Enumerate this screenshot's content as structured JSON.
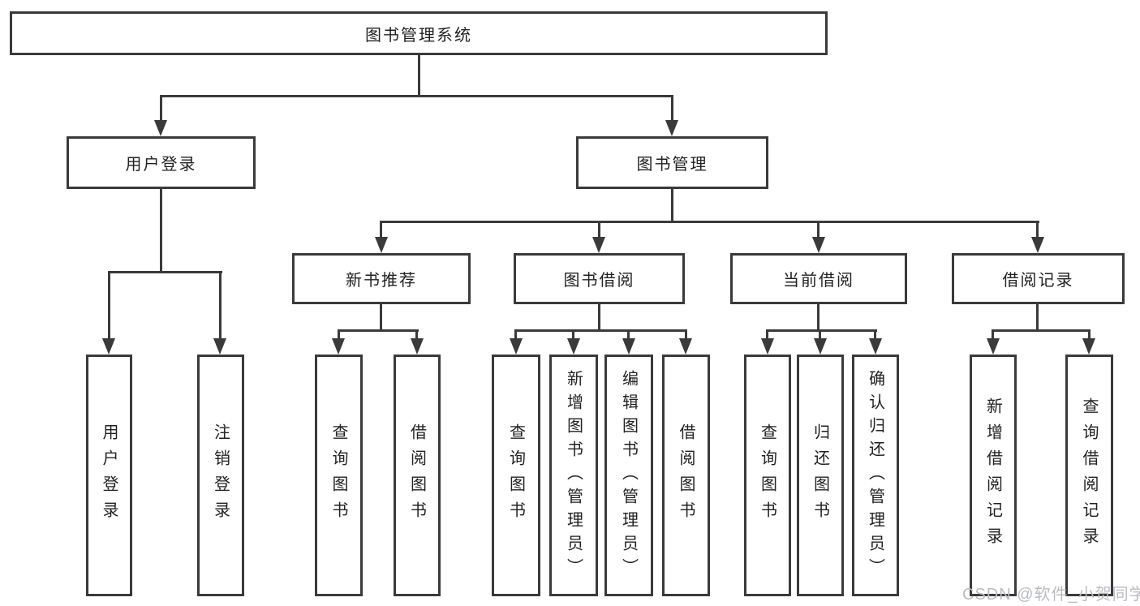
{
  "tree": {
    "label": "图书管理系统",
    "children": [
      {
        "label": "用户登录",
        "children": [
          {
            "label": "用户登录"
          },
          {
            "label": "注销登录"
          }
        ]
      },
      {
        "label": "图书管理",
        "children": [
          {
            "label": "新书推荐",
            "children": [
              {
                "label": "查询图书"
              },
              {
                "label": "借阅图书"
              }
            ]
          },
          {
            "label": "图书借阅",
            "children": [
              {
                "label": "查询图书"
              },
              {
                "label": "新增图书（管理员）"
              },
              {
                "label": "编辑图书（管理员）"
              },
              {
                "label": "借阅图书"
              }
            ]
          },
          {
            "label": "当前借阅",
            "children": [
              {
                "label": "查询图书"
              },
              {
                "label": "归还图书"
              },
              {
                "label": "确认归还（管理员）"
              }
            ]
          },
          {
            "label": "借阅记录",
            "children": [
              {
                "label": "新增借阅记录"
              },
              {
                "label": "查询借阅记录"
              }
            ]
          }
        ]
      }
    ]
  },
  "watermark": {
    "text": "CSDN @软件_小贺同学"
  },
  "colors": {
    "line": "#3a3a3a",
    "text": "#222222",
    "watermark": "#b9bdc2",
    "background": "#ffffff"
  }
}
